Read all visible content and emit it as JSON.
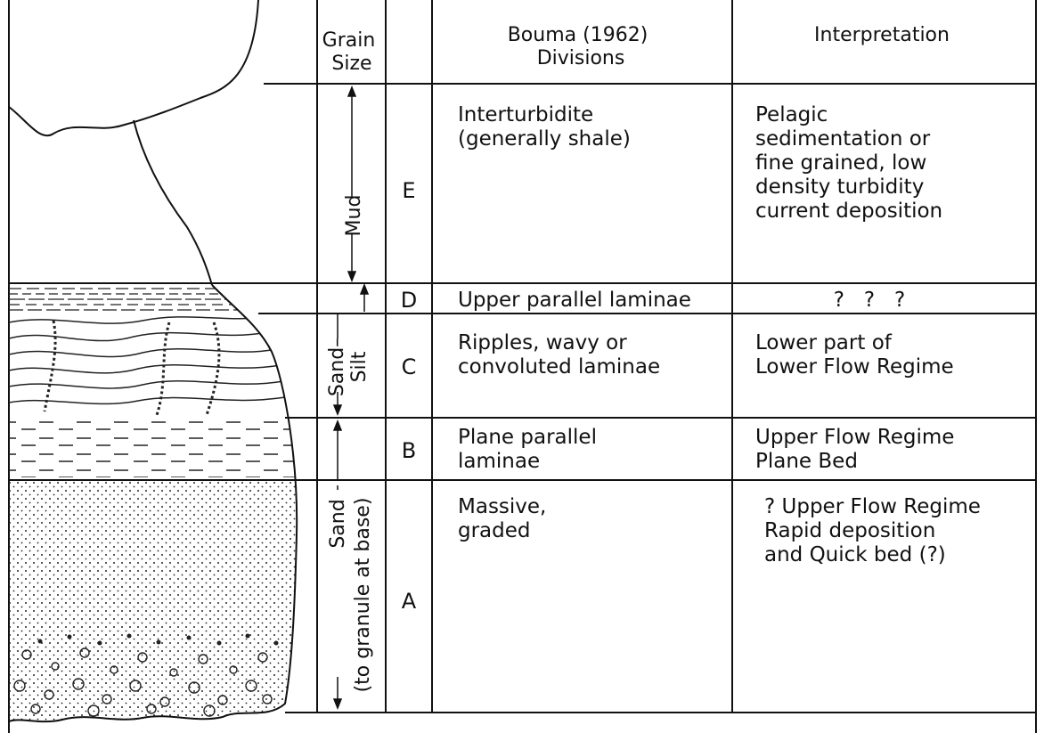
{
  "headers": {
    "grain_size": [
      "Grain",
      "Size"
    ],
    "divisions": [
      "Bouma (1962)",
      "Divisions"
    ],
    "interpretation": "Interpretation"
  },
  "grain_labels": {
    "mud": "Mud",
    "sand_silt": [
      "Sand–",
      "Silt"
    ],
    "sand": [
      "Sand",
      "(to granule at base)"
    ]
  },
  "rows": [
    {
      "letter": "E",
      "division": [
        "Interturbidite",
        "(generally shale)"
      ],
      "interpretation": [
        "Pelagic",
        "sedimentation or",
        "fine grained, low",
        "density turbidity",
        "current deposition"
      ]
    },
    {
      "letter": "D",
      "division": [
        "Upper parallel laminae"
      ],
      "interpretation": [
        "?   ?   ?"
      ]
    },
    {
      "letter": "C",
      "division": [
        "Ripples, wavy or",
        "convoluted laminae"
      ],
      "interpretation": [
        "Lower part of",
        "Lower Flow Regime"
      ]
    },
    {
      "letter": "B",
      "division": [
        "Plane parallel",
        "laminae"
      ],
      "interpretation": [
        "Upper Flow Regime",
        "Plane Bed"
      ]
    },
    {
      "letter": "A",
      "division": [
        "Massive,",
        "graded"
      ],
      "interpretation": [
        "? Upper Flow Regime",
        "Rapid deposition",
        "and Quick bed (?)"
      ]
    }
  ]
}
